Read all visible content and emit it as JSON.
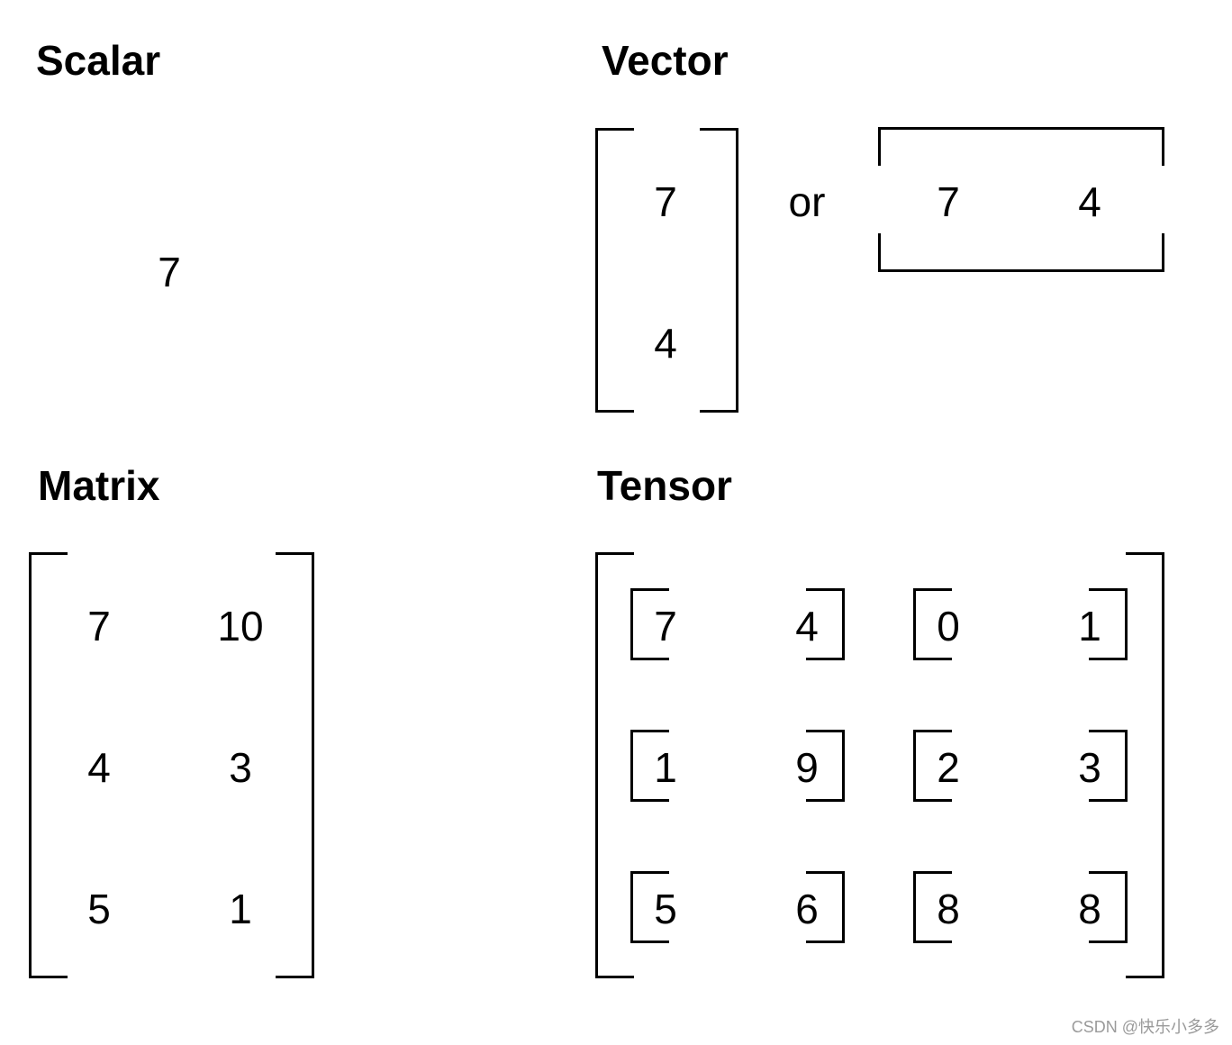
{
  "scalar": {
    "title": "Scalar",
    "value": "7"
  },
  "vector": {
    "title": "Vector",
    "column": [
      "7",
      "4"
    ],
    "connector": "or",
    "row": [
      "7",
      "4"
    ]
  },
  "matrix": {
    "title": "Matrix",
    "rows": [
      [
        "7",
        "10"
      ],
      [
        "4",
        "3"
      ],
      [
        "5",
        "1"
      ]
    ]
  },
  "tensor": {
    "title": "Tensor",
    "rows": [
      [
        [
          "7",
          "4"
        ],
        [
          "0",
          "1"
        ]
      ],
      [
        [
          "1",
          "9"
        ],
        [
          "2",
          "3"
        ]
      ],
      [
        [
          "5",
          "6"
        ],
        [
          "8",
          "8"
        ]
      ]
    ]
  },
  "watermark": "CSDN @快乐小多多"
}
